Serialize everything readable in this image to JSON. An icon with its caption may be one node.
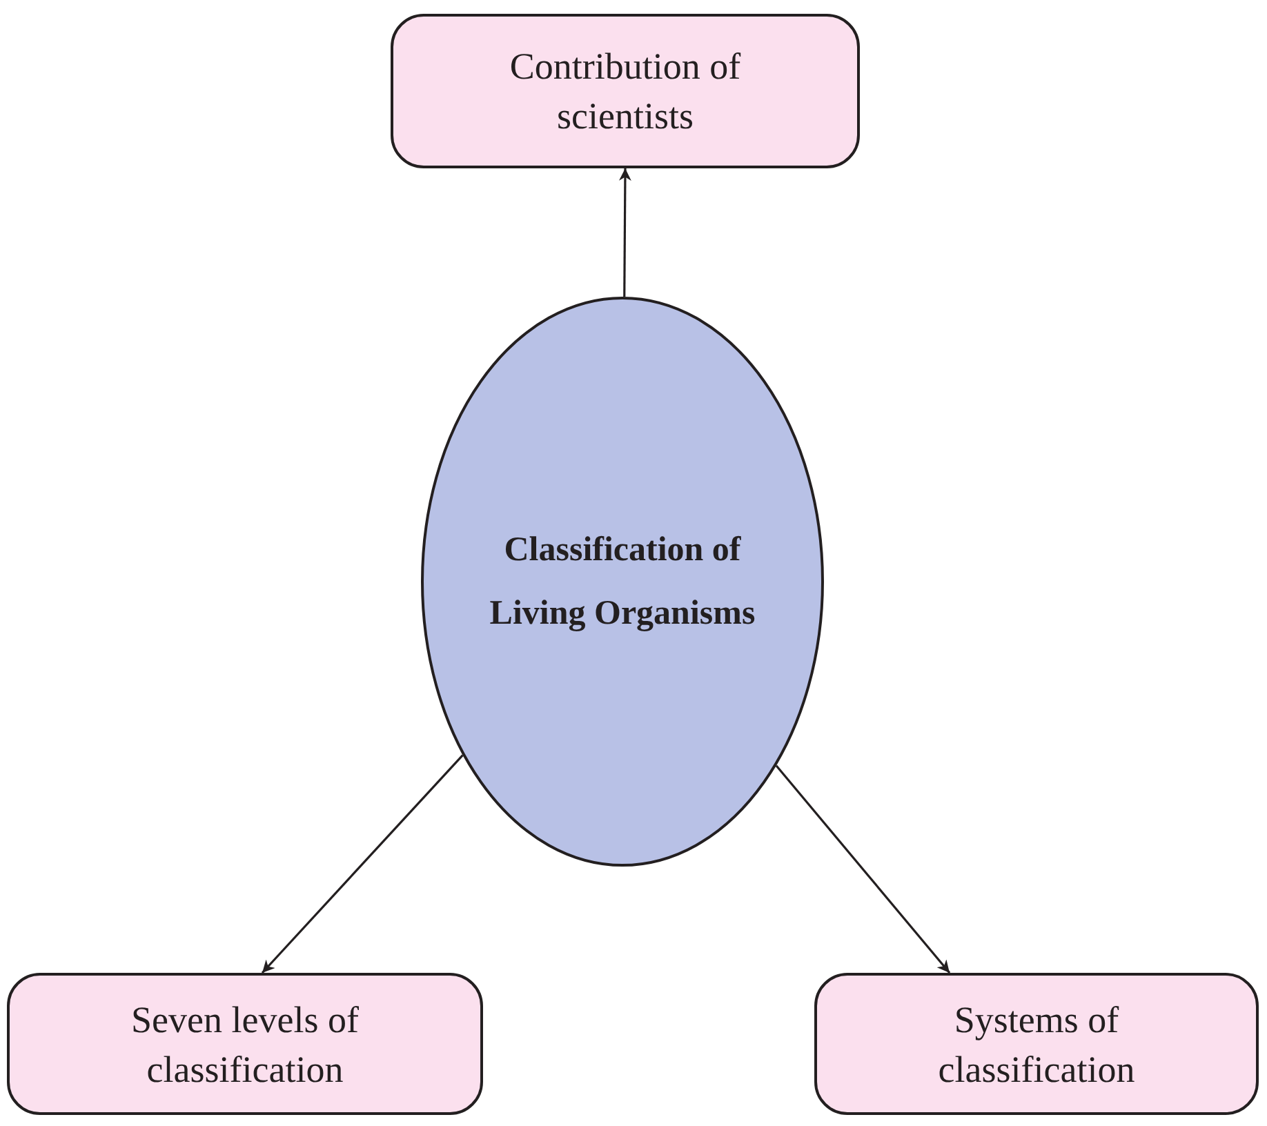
{
  "diagram": {
    "nodes": [
      {
        "text": [
          "Contribution of scientists"
        ]
      },
      {
        "text": [
          "Classification of Living Organisms"
        ]
      },
      {
        "text": [
          "Seven levels of classification"
        ]
      },
      {
        "text": [
          "Systems of classification"
        ]
      }
    ],
    "edges": [
      {
        "from": 1,
        "to": 0,
        "arrow": "to"
      },
      {
        "from": 1,
        "to": 2,
        "arrow": "to"
      },
      {
        "from": 1,
        "to": 3,
        "arrow": "to"
      }
    ]
  }
}
